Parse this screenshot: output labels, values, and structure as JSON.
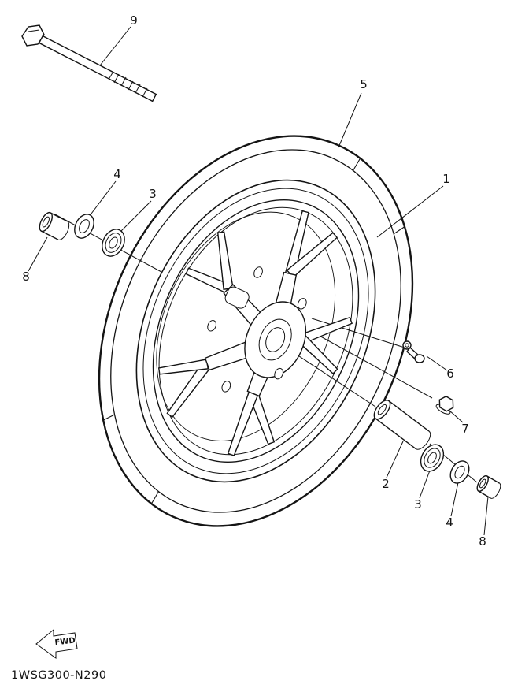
{
  "diagram": {
    "part_number": "1WSG300-N290",
    "fwd_label": "FWD",
    "ink_color": "#141414",
    "background_color": "#ffffff"
  },
  "callouts": [
    {
      "label": "9"
    },
    {
      "label": "5"
    },
    {
      "label": "1"
    },
    {
      "label": "4"
    },
    {
      "label": "3"
    },
    {
      "label": "8"
    },
    {
      "label": "6"
    },
    {
      "label": "7"
    },
    {
      "label": "2"
    },
    {
      "label": "3"
    },
    {
      "label": "4"
    },
    {
      "label": "8"
    }
  ]
}
